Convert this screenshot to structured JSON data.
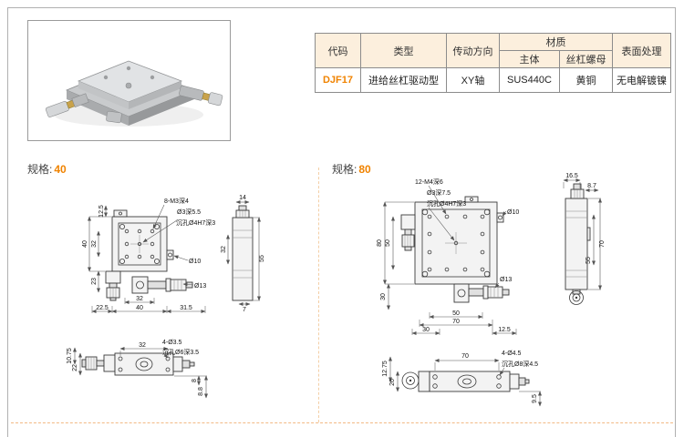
{
  "theme": {
    "accent": "#f08300",
    "table_header_bg": "#fcefdd",
    "drawing_line": "#3a3a3a"
  },
  "table": {
    "headers": {
      "code": "代码",
      "type": "类型",
      "direction": "传动方向",
      "material": "材质",
      "material_body": "主体",
      "material_nut": "丝杠螺母",
      "surface": "表面处理"
    },
    "row": {
      "code": "DJF17",
      "type": "进给丝杠驱动型",
      "direction": "XY轴",
      "material_body": "SUS440C",
      "material_nut": "黄铜",
      "surface": "无电解镀镍"
    }
  },
  "spec40": {
    "title_label": "规格:",
    "title_value": "40",
    "plan": {
      "callout_thread": "8-M3深4",
      "callout_hole": "Ø3深5.5",
      "callout_cbore": "沉孔Ø4H7深3",
      "dim_top": "12.5",
      "dim_left_inner": "32",
      "dim_left_outer": "40",
      "dim_left_bottom": "23",
      "dim_bottom_left": "22.5",
      "dim_bottom_inner": "32",
      "dim_bottom_outer": "40",
      "dim_bottom_right": "31.5",
      "label_d10": "Ø10",
      "label_d13": "Ø13"
    },
    "side": {
      "dim_top": "14",
      "dim_left": "32",
      "dim_right": "55",
      "dim_bottom": "7"
    },
    "bottom": {
      "dim_left_top": "10.75",
      "dim_left": "22",
      "dim_top": "32",
      "callout_holes": "4-Ø3.5",
      "callout_cbore": "沉孔Ø6深3.5",
      "dim_right_top": "8",
      "dim_right_bottom": "8.8"
    }
  },
  "spec80": {
    "title_label": "规格:",
    "title_value": "80",
    "plan": {
      "callout_thread": "12-M4深6",
      "callout_hole": "Ø3深7.5",
      "callout_cbore": "沉孔Ø4H7深3",
      "dim_left_outer": "80",
      "dim_left_inner": "50",
      "dim_left_bottom": "30",
      "dim_bottom_inner": "50",
      "dim_bottom_outer": "70",
      "dim_bottom_left": "30",
      "dim_bottom_right": "12.5",
      "label_d10": "Ø10",
      "label_d13": "Ø13"
    },
    "side": {
      "dim_top": "16.5",
      "dim_top_right": "8.7",
      "dim_right_outer": "70",
      "dim_right_inner": "55"
    },
    "bottom": {
      "dim_left_top": "12.75",
      "dim_left": "26",
      "dim_top": "70",
      "callout_holes": "4-Ø4.5",
      "callout_cbore": "沉孔Ø8深4.5",
      "dim_right": "9.5"
    }
  }
}
